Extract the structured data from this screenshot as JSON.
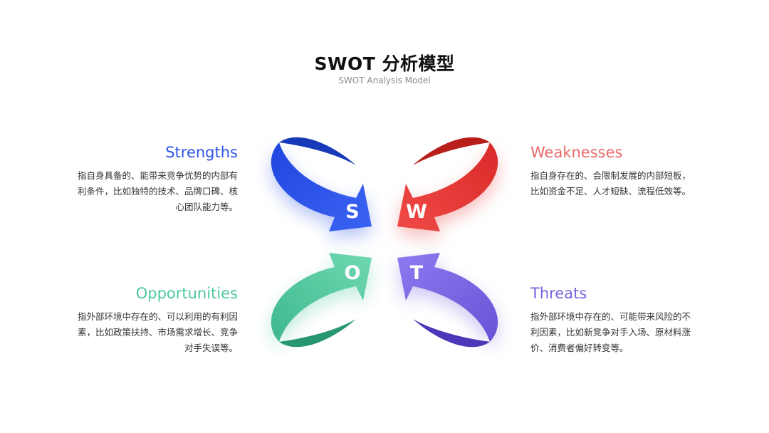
{
  "header": {
    "title": "SWOT 分析模型",
    "subtitle": "SWOT Analysis Model"
  },
  "colors": {
    "strengths": "#2e55e6",
    "weaknesses": "#e8413f",
    "opportunities": "#4fc89f",
    "threats": "#7a63de"
  },
  "letters": {
    "s": "S",
    "w": "W",
    "o": "O",
    "t": "T"
  },
  "strengths": {
    "title": "Strengths",
    "description": "指自身具备的、能带来竞争优势的内部有利条件，比如独特的技术、品牌口碑、核心团队能力等。"
  },
  "weaknesses": {
    "title": "Weaknesses",
    "description": "指自身存在的、会限制发展的内部短板，比如资金不足、人才短缺、流程低效等。"
  },
  "opportunities": {
    "title": "Opportunities",
    "description": "指外部环境中存在的、可以利用的有利因素，比如政策扶持、市场需求增长、竞争对手失误等。"
  },
  "threats": {
    "title": "Threats",
    "description": "指外部环境中存在的、可能带来风险的不利因素，比如新竞争对手入场、原材料涨价、消费者偏好转变等。"
  }
}
